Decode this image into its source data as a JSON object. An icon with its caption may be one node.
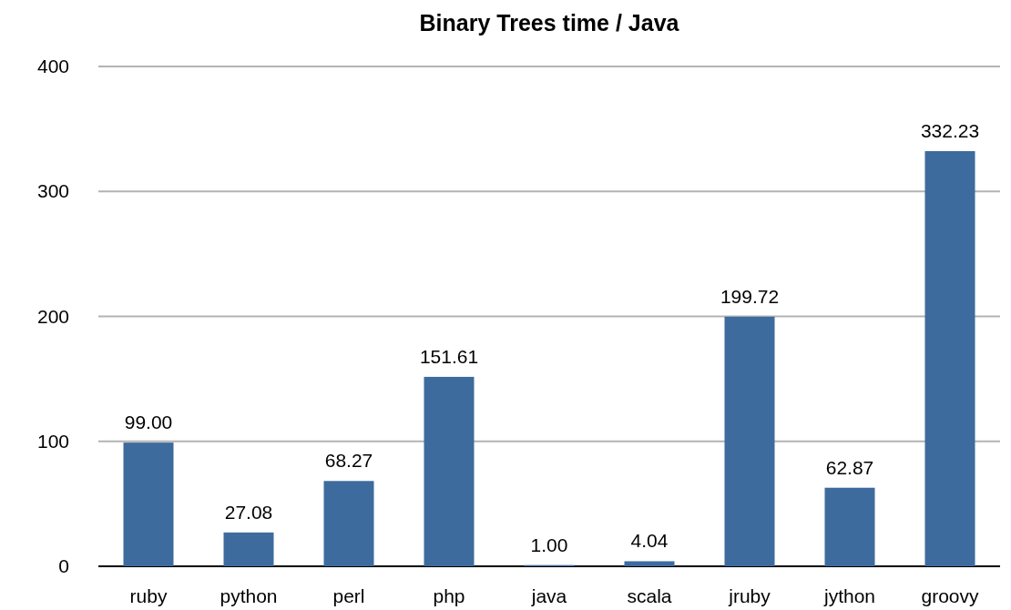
{
  "diagram": {
    "chart_data": {
      "type": "bar",
      "title": "Binary Trees time / Java",
      "categories": [
        "ruby",
        "python",
        "perl",
        "php",
        "java",
        "scala",
        "jruby",
        "jython",
        "groovy"
      ],
      "series": [
        {
          "color": "#3d6b9e",
          "values": [
            99.0,
            27.08,
            68.27,
            151.61,
            1.0,
            4.04,
            199.72,
            62.87,
            332.23
          ]
        }
      ],
      "ylim": [
        0,
        400
      ],
      "yticks": [
        0,
        100,
        200,
        300,
        400
      ],
      "grid": true,
      "value_labels": [
        "99.00",
        "27.08",
        "68.27",
        "151.61",
        "1.00",
        "4.04",
        "199.72",
        "62.87",
        "332.23"
      ]
    }
  }
}
